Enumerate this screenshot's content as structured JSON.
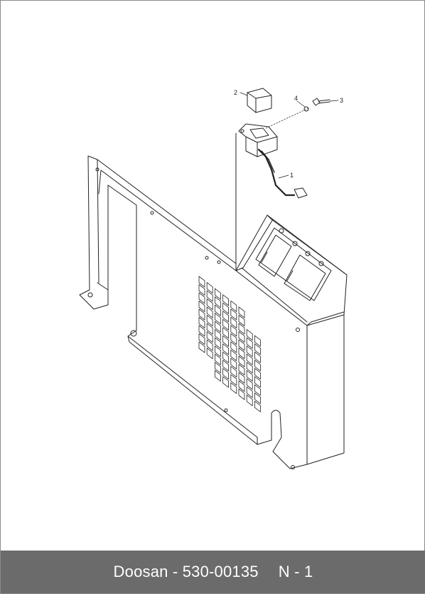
{
  "callouts": {
    "c1": "1",
    "c2": "2",
    "c3": "3",
    "c4": "4"
  },
  "footer": {
    "brand_part": "Doosan - 530-00135",
    "page_ref": "N - 1"
  },
  "colors": {
    "line": "#222222",
    "footer_bg": "#6b6b6b",
    "footer_text": "#ffffff"
  }
}
